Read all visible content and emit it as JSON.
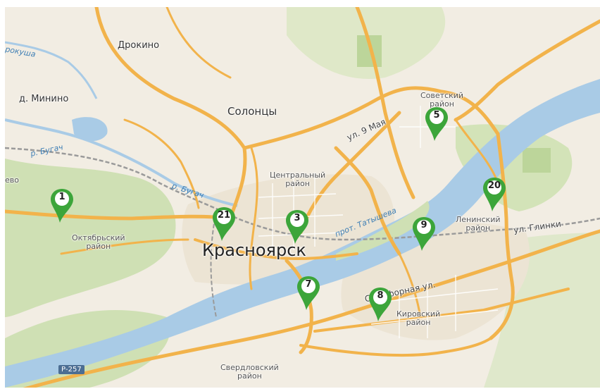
{
  "map": {
    "colors": {
      "land": "#f2ede3",
      "forest": "#c9dcae",
      "water": "#a9cbe6",
      "road": "#f2b34b",
      "railway": "#9a9a9a",
      "marker": "#3ca53a"
    },
    "labels": {
      "drokino": "Дрокино",
      "minino": "д. Минино",
      "solontsy": "Солонцы",
      "krasnoyarsk": "Красноярск",
      "sovetsky": "Советский\nрайон",
      "central": "Центральный\nрайон",
      "oktyabrsky": "Октябрьский\nрайон",
      "leninsky": "Ленинский\nрайон",
      "kirovsky": "Кировский\nрайон",
      "sverdlovsky": "Свердловский\nрайон",
      "edge_left": "ево",
      "river_kachya": "р. Бугач",
      "river_bugach": "р. Бугач",
      "river_edge": "рокуша",
      "tatyshev": "прот. Татышева",
      "street_9may": "ул. 9 Мая",
      "street_glinki": "ул. Глинки",
      "street_oporna": "Семафорная ул.",
      "road_r257": "Р-257"
    },
    "markers": [
      {
        "id": "1",
        "label": "1"
      },
      {
        "id": "3",
        "label": "3"
      },
      {
        "id": "5",
        "label": "5"
      },
      {
        "id": "7",
        "label": "7"
      },
      {
        "id": "8",
        "label": "8"
      },
      {
        "id": "9",
        "label": "9"
      },
      {
        "id": "20",
        "label": "20"
      },
      {
        "id": "21",
        "label": "21"
      }
    ]
  }
}
